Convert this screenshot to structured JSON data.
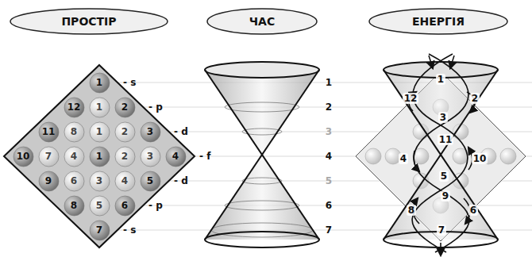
{
  "diagram": {
    "nodes": [
      {
        "text": [
          "ПРОСТІР"
        ]
      },
      {
        "text": [
          "ЧАС"
        ]
      },
      {
        "text": [
          "ЕНЕРГІЯ"
        ]
      },
      {
        "text": [
          "1"
        ]
      },
      {
        "text": [
          "12"
        ]
      },
      {
        "text": [
          "1"
        ]
      },
      {
        "text": [
          "2"
        ]
      },
      {
        "text": [
          "11"
        ]
      },
      {
        "text": [
          "8"
        ]
      },
      {
        "text": [
          "1"
        ]
      },
      {
        "text": [
          "2"
        ]
      },
      {
        "text": [
          "3"
        ]
      },
      {
        "text": [
          "10"
        ]
      },
      {
        "text": [
          "7"
        ]
      },
      {
        "text": [
          "4"
        ]
      },
      {
        "text": [
          "1"
        ]
      },
      {
        "text": [
          "2"
        ]
      },
      {
        "text": [
          "3"
        ]
      },
      {
        "text": [
          "4"
        ]
      },
      {
        "text": [
          "9"
        ]
      },
      {
        "text": [
          "6"
        ]
      },
      {
        "text": [
          "3"
        ]
      },
      {
        "text": [
          "4"
        ]
      },
      {
        "text": [
          "5"
        ]
      },
      {
        "text": [
          "8"
        ]
      },
      {
        "text": [
          "5"
        ]
      },
      {
        "text": [
          "6"
        ]
      },
      {
        "text": [
          "7"
        ]
      }
    ],
    "labels": [
      "- s",
      "- p",
      "- d",
      "- f",
      "- d",
      "- p",
      "- s",
      "1",
      "2",
      "3",
      "4",
      "5",
      "6",
      "7",
      "1",
      "12",
      "2",
      "3",
      "11",
      "4",
      "10",
      "5",
      "9",
      "8",
      "6",
      "7"
    ]
  }
}
